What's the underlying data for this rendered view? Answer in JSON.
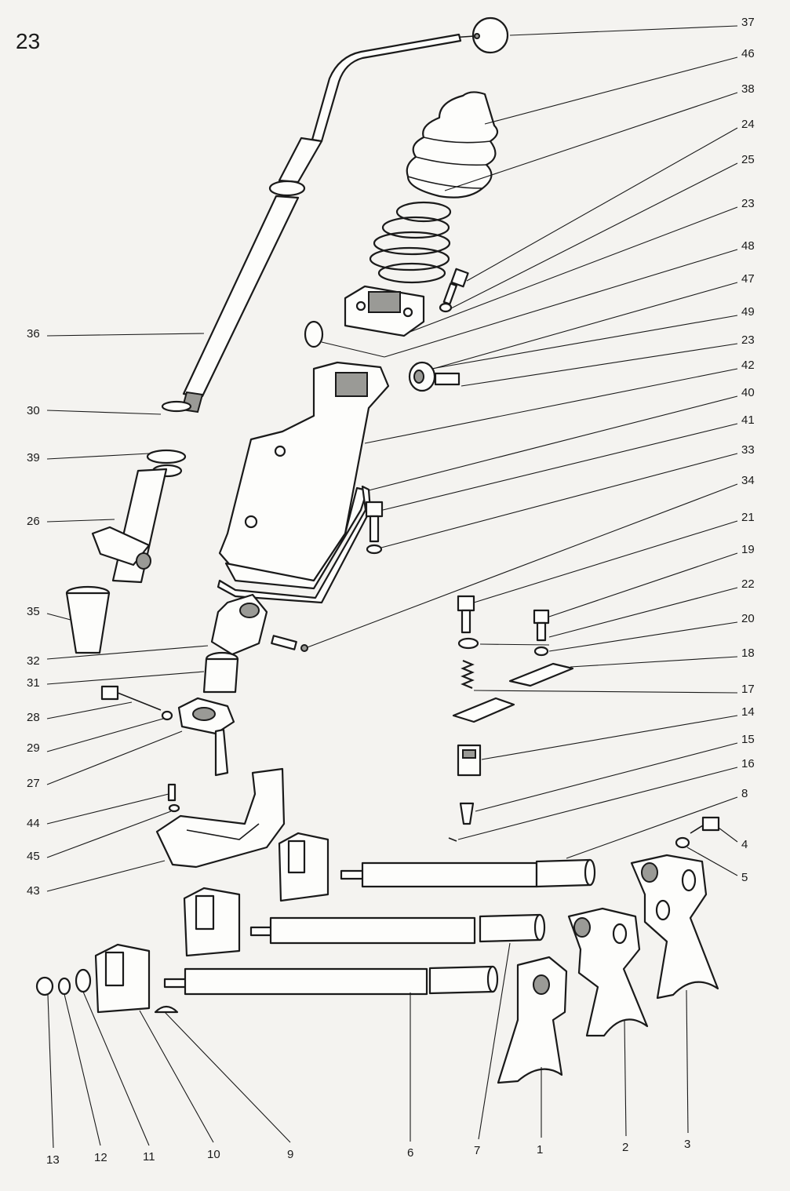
{
  "title": "23",
  "callouts": [
    {
      "id": "37",
      "text": "37"
    },
    {
      "id": "46",
      "text": "46"
    },
    {
      "id": "38",
      "text": "38"
    },
    {
      "id": "24",
      "text": "24"
    },
    {
      "id": "25",
      "text": "25"
    },
    {
      "id": "23a",
      "text": "23"
    },
    {
      "id": "48",
      "text": "48"
    },
    {
      "id": "47",
      "text": "47"
    },
    {
      "id": "49",
      "text": "49"
    },
    {
      "id": "23b",
      "text": "23"
    },
    {
      "id": "42",
      "text": "42"
    },
    {
      "id": "40",
      "text": "40"
    },
    {
      "id": "41",
      "text": "41"
    },
    {
      "id": "33",
      "text": "33"
    },
    {
      "id": "34",
      "text": "34"
    },
    {
      "id": "21",
      "text": "21"
    },
    {
      "id": "19",
      "text": "19"
    },
    {
      "id": "22",
      "text": "22"
    },
    {
      "id": "20",
      "text": "20"
    },
    {
      "id": "18",
      "text": "18"
    },
    {
      "id": "17",
      "text": "17"
    },
    {
      "id": "14",
      "text": "14"
    },
    {
      "id": "15",
      "text": "15"
    },
    {
      "id": "16",
      "text": "16"
    },
    {
      "id": "8",
      "text": "8"
    },
    {
      "id": "4",
      "text": "4"
    },
    {
      "id": "5",
      "text": "5"
    },
    {
      "id": "36",
      "text": "36"
    },
    {
      "id": "30",
      "text": "30"
    },
    {
      "id": "39",
      "text": "39"
    },
    {
      "id": "26",
      "text": "26"
    },
    {
      "id": "35",
      "text": "35"
    },
    {
      "id": "32",
      "text": "32"
    },
    {
      "id": "31",
      "text": "31"
    },
    {
      "id": "28",
      "text": "28"
    },
    {
      "id": "29",
      "text": "29"
    },
    {
      "id": "27",
      "text": "27"
    },
    {
      "id": "44",
      "text": "44"
    },
    {
      "id": "45",
      "text": "45"
    },
    {
      "id": "43",
      "text": "43"
    },
    {
      "id": "13",
      "text": "13"
    },
    {
      "id": "12",
      "text": "12"
    },
    {
      "id": "11",
      "text": "11"
    },
    {
      "id": "10",
      "text": "10"
    },
    {
      "id": "9",
      "text": "9"
    },
    {
      "id": "6",
      "text": "6"
    },
    {
      "id": "7",
      "text": "7"
    },
    {
      "id": "1",
      "text": "1"
    },
    {
      "id": "2",
      "text": "2"
    },
    {
      "id": "3",
      "text": "3"
    }
  ]
}
